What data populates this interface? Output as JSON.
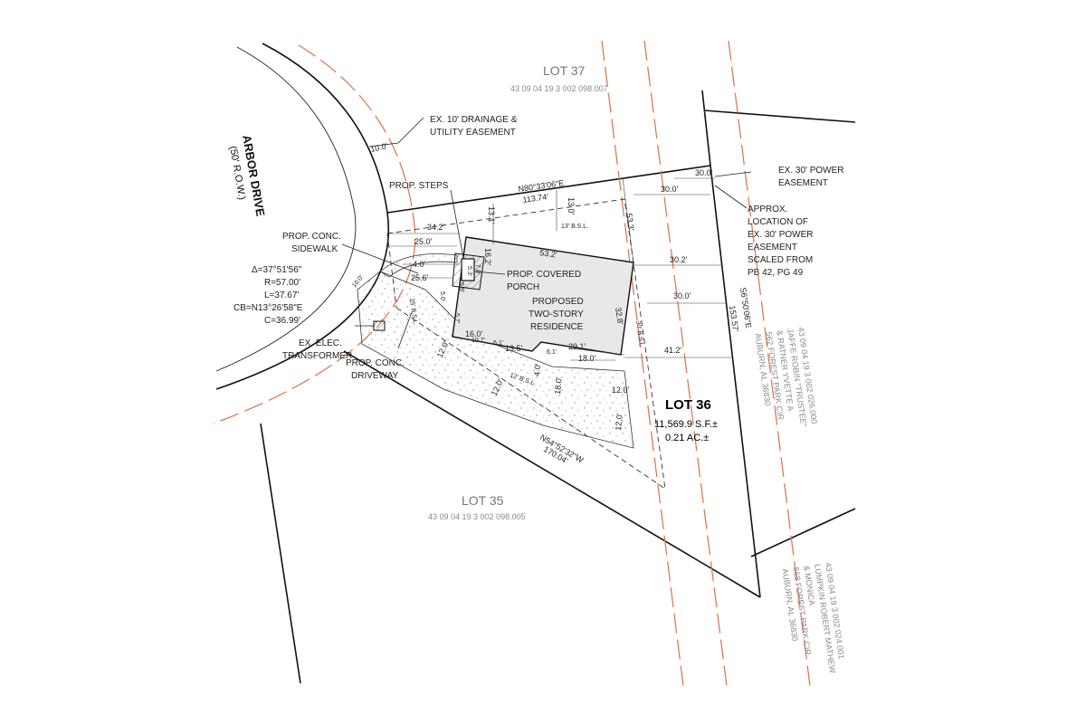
{
  "colors": {
    "easement_line": "#dc7a55",
    "linework": "#111111",
    "parcel_text": "#8a8a8a"
  },
  "road": {
    "name": "ARBOR DRIVE",
    "row": "(50' R.O.W.)"
  },
  "lots": {
    "lot37": {
      "label": "LOT 37",
      "parcel": "43 09 04 19 3 002 098.007"
    },
    "lot35": {
      "label": "LOT 35",
      "parcel": "43 09 04 19 3 002 098.005"
    },
    "lot36": {
      "label": "LOT 36",
      "area_sf": "11,569.9 S.F.±",
      "area_ac": "0.21 AC.±"
    }
  },
  "owners": [
    {
      "parcel": "43 09 04 19 3 002 026.000",
      "line1": "JAFFE ROBIN \"TRUSTEE\"",
      "line2": "& RATNER YVETTE A",
      "line3": "562 FOREST PARK CIR",
      "line4": "AUBURN, AL 36830"
    },
    {
      "parcel": "43 09 04 19 3 002 024.001",
      "line1": "LUMPKIN ROBERT MATHEW",
      "line2": "& MONICA",
      "line3": "568 FOREST PARK CIR",
      "line4": "AUBURN, AL 36830"
    }
  ],
  "callouts": {
    "drainage": [
      "EX. 10' DRAINAGE &",
      "UTILITY EASEMENT"
    ],
    "power": [
      "EX. 30' POWER",
      "EASEMENT"
    ],
    "approx": [
      "APPROX.",
      "LOCATION OF",
      "EX. 30' POWER",
      "EASEMENT",
      "SCALED FROM",
      "PB 42, PG 49"
    ],
    "steps": "PROP. STEPS",
    "sidewalk": [
      "PROP. CONC.",
      "SIDEWALK"
    ],
    "transformer": [
      "EX. ELEC.",
      "TRANSFORMER"
    ],
    "driveway": [
      "PROP. CONC.",
      "DRIVEWAY"
    ],
    "porch": [
      "PROP. COVERED",
      "PORCH"
    ],
    "residence": [
      "PROPOSED",
      "TWO-STORY",
      "RESIDENCE"
    ]
  },
  "curve": [
    "Δ=37°51'56\"",
    "R=57.00'",
    "L=37.67'",
    "CB=N13°26'58\"E",
    "C=36.99'"
  ],
  "bearings": {
    "north": "N80°33'06\"E",
    "north_len": "113.74'",
    "south": "N54°52'32\"W",
    "south_len": "170.04'",
    "east": "S6°50'06\"E",
    "east_len": "153.57'"
  },
  "dims": {
    "d10": "10.0'",
    "d30a": "30.0'",
    "d30b": "30.0'",
    "d13a": "13.0'",
    "bsl13": "13' B.S.L.",
    "d131": "13.1'",
    "d533": "53.3'",
    "d342": "34.2'",
    "d250": "25.0'",
    "d532": "53.2'",
    "d162": "16.2'",
    "d40": "4.0'",
    "d256": "25.6'",
    "d302": "30.2'",
    "d300c": "30.0'",
    "d78": "7.8'",
    "d53": "5.3'",
    "d59": "5.9'",
    "d50": "5.0'",
    "d328": "32.8'",
    "bsl25": "25' B.S.L.",
    "bsl30": "30' B.S.L.",
    "d412": "41.2'",
    "d291": "29.1'",
    "d180": "18.0'",
    "d160": "16.0'",
    "d135": "13.5'",
    "d61a": "6.1'",
    "d61b": "6.1'",
    "d57": "5.7'",
    "d107": "10.7'",
    "d100": "10.0'",
    "d120a": "12.0'",
    "d120b": "12.0'",
    "d120c": "12.0'",
    "d120d": "12.0'",
    "bsl12": "12' B.S.L.",
    "d40b": "4.0'",
    "d180b": "18.0'"
  }
}
